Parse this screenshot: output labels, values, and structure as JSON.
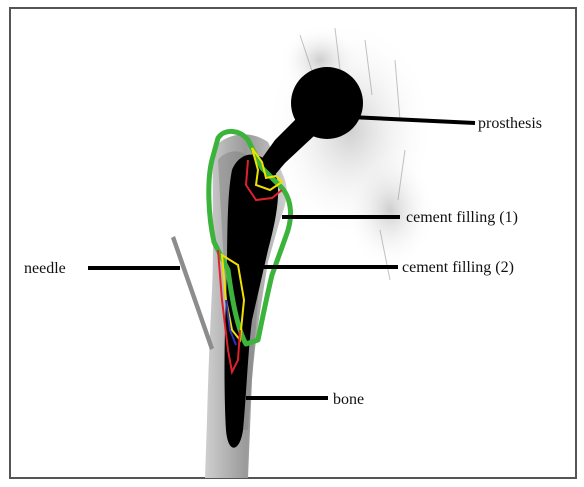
{
  "labels": {
    "prosthesis": "prosthesis",
    "cement_filling_1": "cement filling (1)",
    "cement_filling_2": "cement filling (2)",
    "needle": "needle",
    "bone": "bone"
  },
  "colors": {
    "frame": "#555555",
    "panel": "#ffffff",
    "bone": "#b4b4b4",
    "prosthesis": "#000000",
    "callout_line": "#000000",
    "outline_green": "#3cb43c",
    "outline_yellow": "#f0e000",
    "outline_red": "#e0202a",
    "outline_blue": "#3030c0",
    "noise": "#909090"
  }
}
